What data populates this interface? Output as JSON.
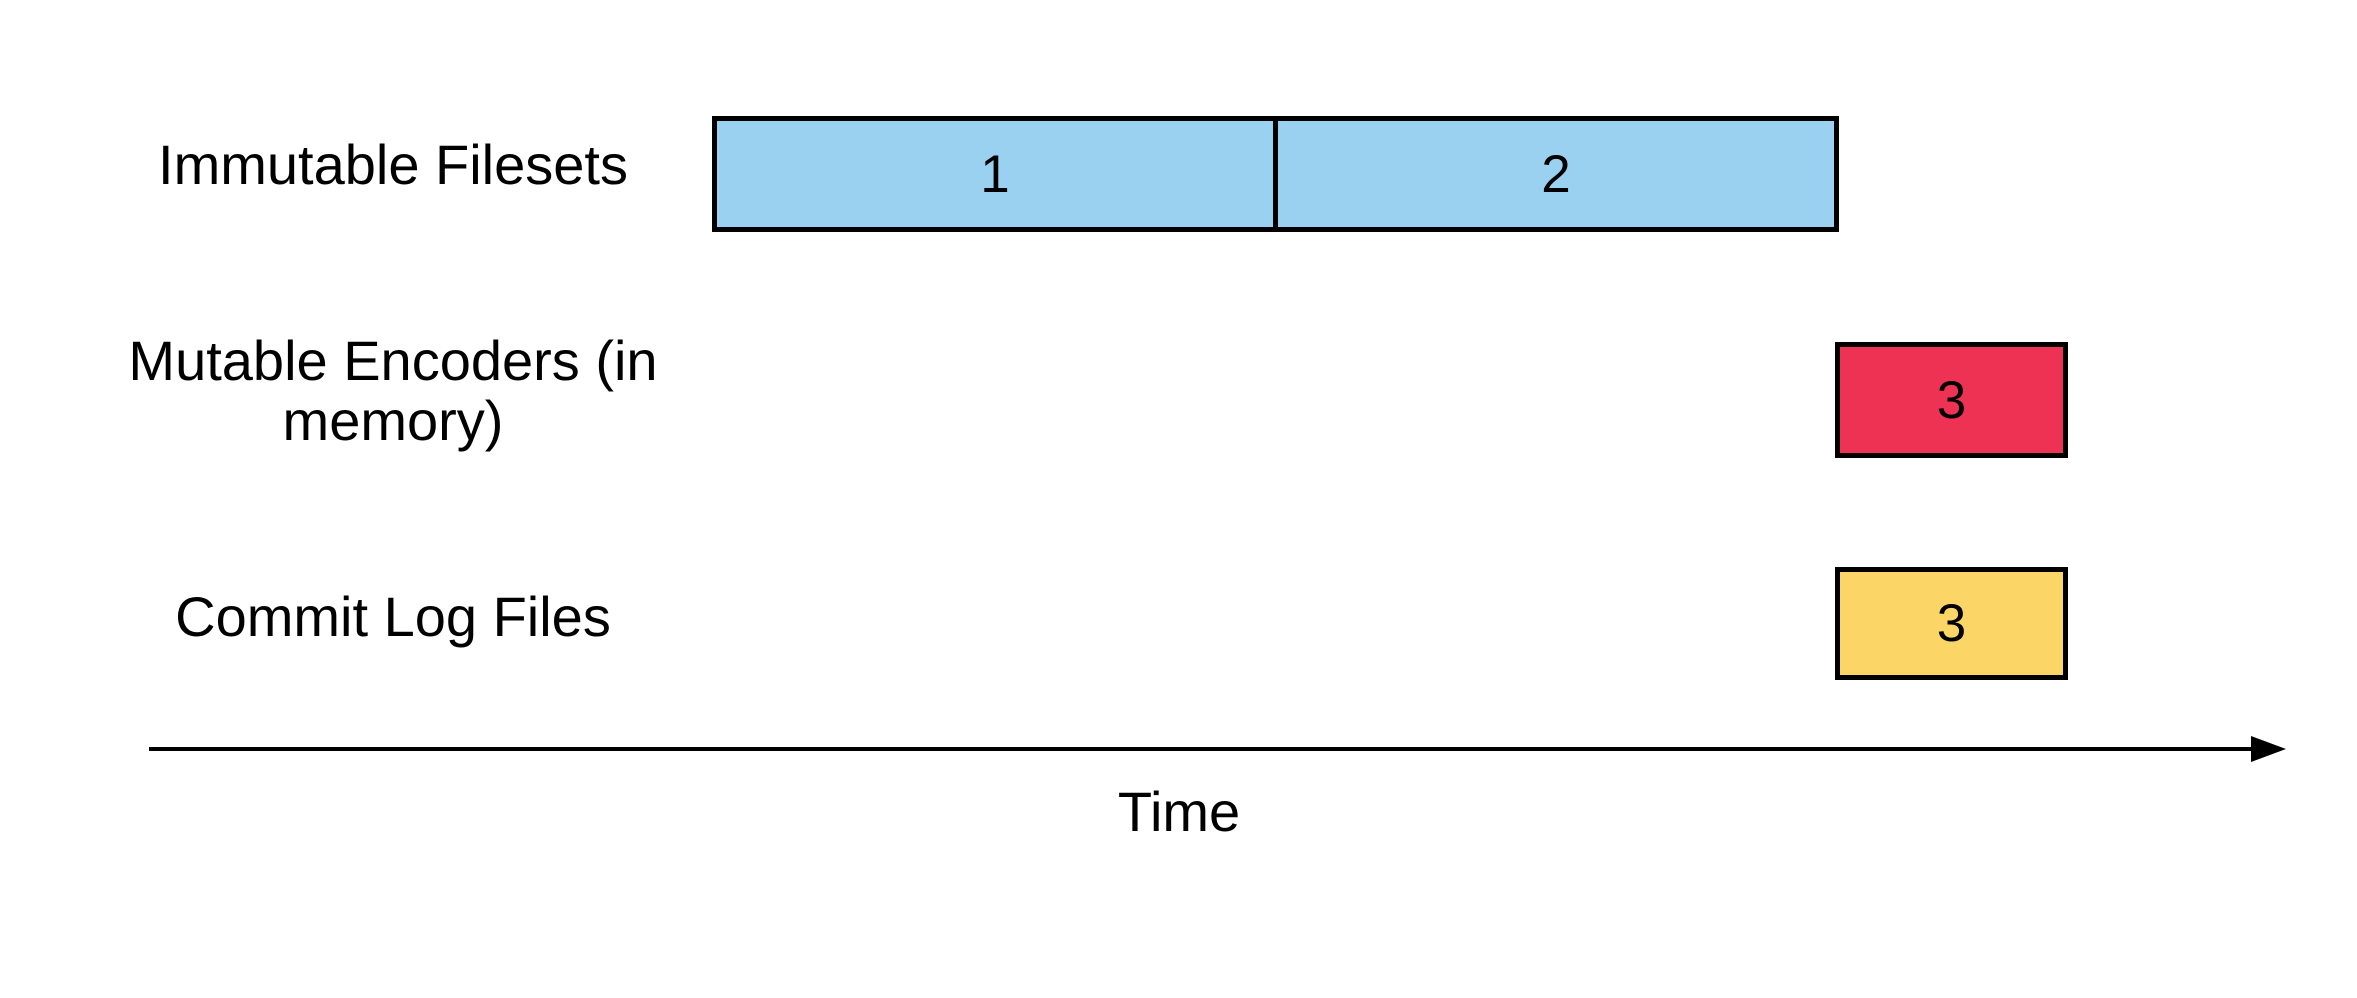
{
  "diagram": {
    "rows": [
      {
        "label": "Immutable Filesets"
      },
      {
        "label": "Mutable Encoders (in memory)"
      },
      {
        "label": "Commit Log Files"
      }
    ],
    "fileset_segments": [
      {
        "value": "1"
      },
      {
        "value": "2"
      }
    ],
    "encoder_box": {
      "value": "3"
    },
    "commit_log_box": {
      "value": "3"
    },
    "time_axis": {
      "label": "Time"
    },
    "colors": {
      "fileset_fill": "#9ad0f0",
      "encoder_fill": "#ee3253",
      "commit_log_fill": "#fbd565",
      "outline": "#000000"
    }
  }
}
